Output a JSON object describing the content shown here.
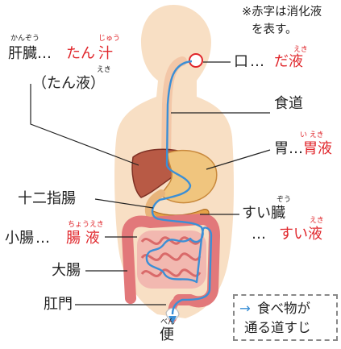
{
  "note": {
    "line1": "※赤字は消化液",
    "line2": "を表す。"
  },
  "labels": {
    "liver": "肝臓",
    "liver_reading": "かんぞう",
    "liver_juice_name": "たん",
    "liver_juice_kanji": "汁",
    "liver_juice_reading": "じゅう",
    "liver_alt": "（たん液）",
    "liver_alt_reading": "えき",
    "mouth": "口",
    "mouth_juice": "だ液",
    "mouth_juice_reading": "えき",
    "esophagus": "食道",
    "stomach": "胃",
    "stomach_juice": "胃液",
    "stomach_juice_reading": "い えき",
    "duodenum": "十二指腸",
    "pancreas": "すい臓",
    "pancreas_reading": "ぞう",
    "pancreas_juice": "すい液",
    "pancreas_juice_reading": "えき",
    "small_intestine": "小腸",
    "small_intestine_juice": "腸 液",
    "small_intestine_juice_reading": "ちょうえき",
    "large_intestine": "大腸",
    "anus": "肛門",
    "feces": "便",
    "feces_reading": "べん",
    "ellipsis": "…"
  },
  "legend": {
    "arrow": "→",
    "line1": "食べ物が",
    "line2": "通る道すじ"
  },
  "colors": {
    "digestive_juice_red": "#e0262b",
    "body_skin": "#f8dfc4",
    "food_path_blue": "#3b8fd6",
    "legend_border": "#888888"
  }
}
